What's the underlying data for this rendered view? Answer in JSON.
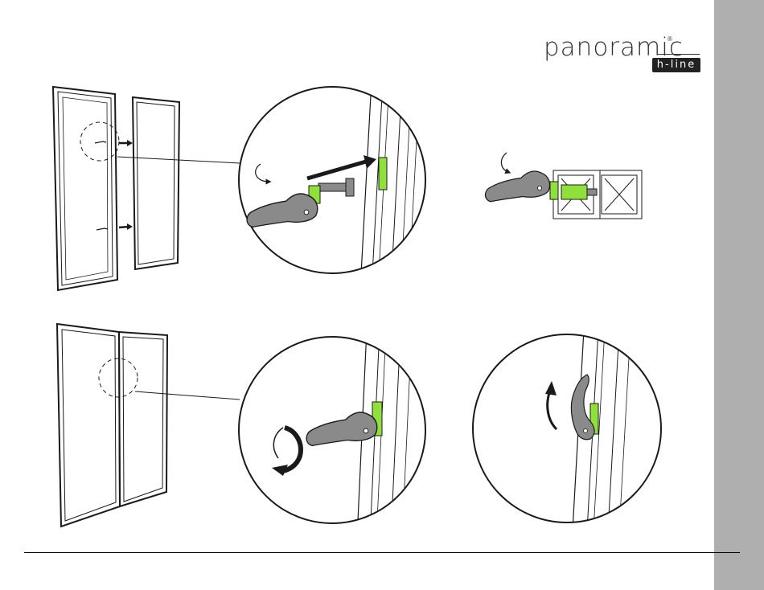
{
  "brand": {
    "name": "panoramic",
    "registered_mark": "®",
    "product_line": "h-line"
  },
  "colors": {
    "accent_green": "#8fe03a",
    "handle_gray": "#8a8a8a",
    "outline": "#1a1a1a",
    "sidebar": "#afafaf"
  },
  "steps": [
    {
      "step": "align-panels",
      "description_visible": false
    },
    {
      "step": "insert-handle-lock",
      "description_visible": false
    },
    {
      "step": "rotate-handle-lock",
      "description_visible": false
    }
  ]
}
